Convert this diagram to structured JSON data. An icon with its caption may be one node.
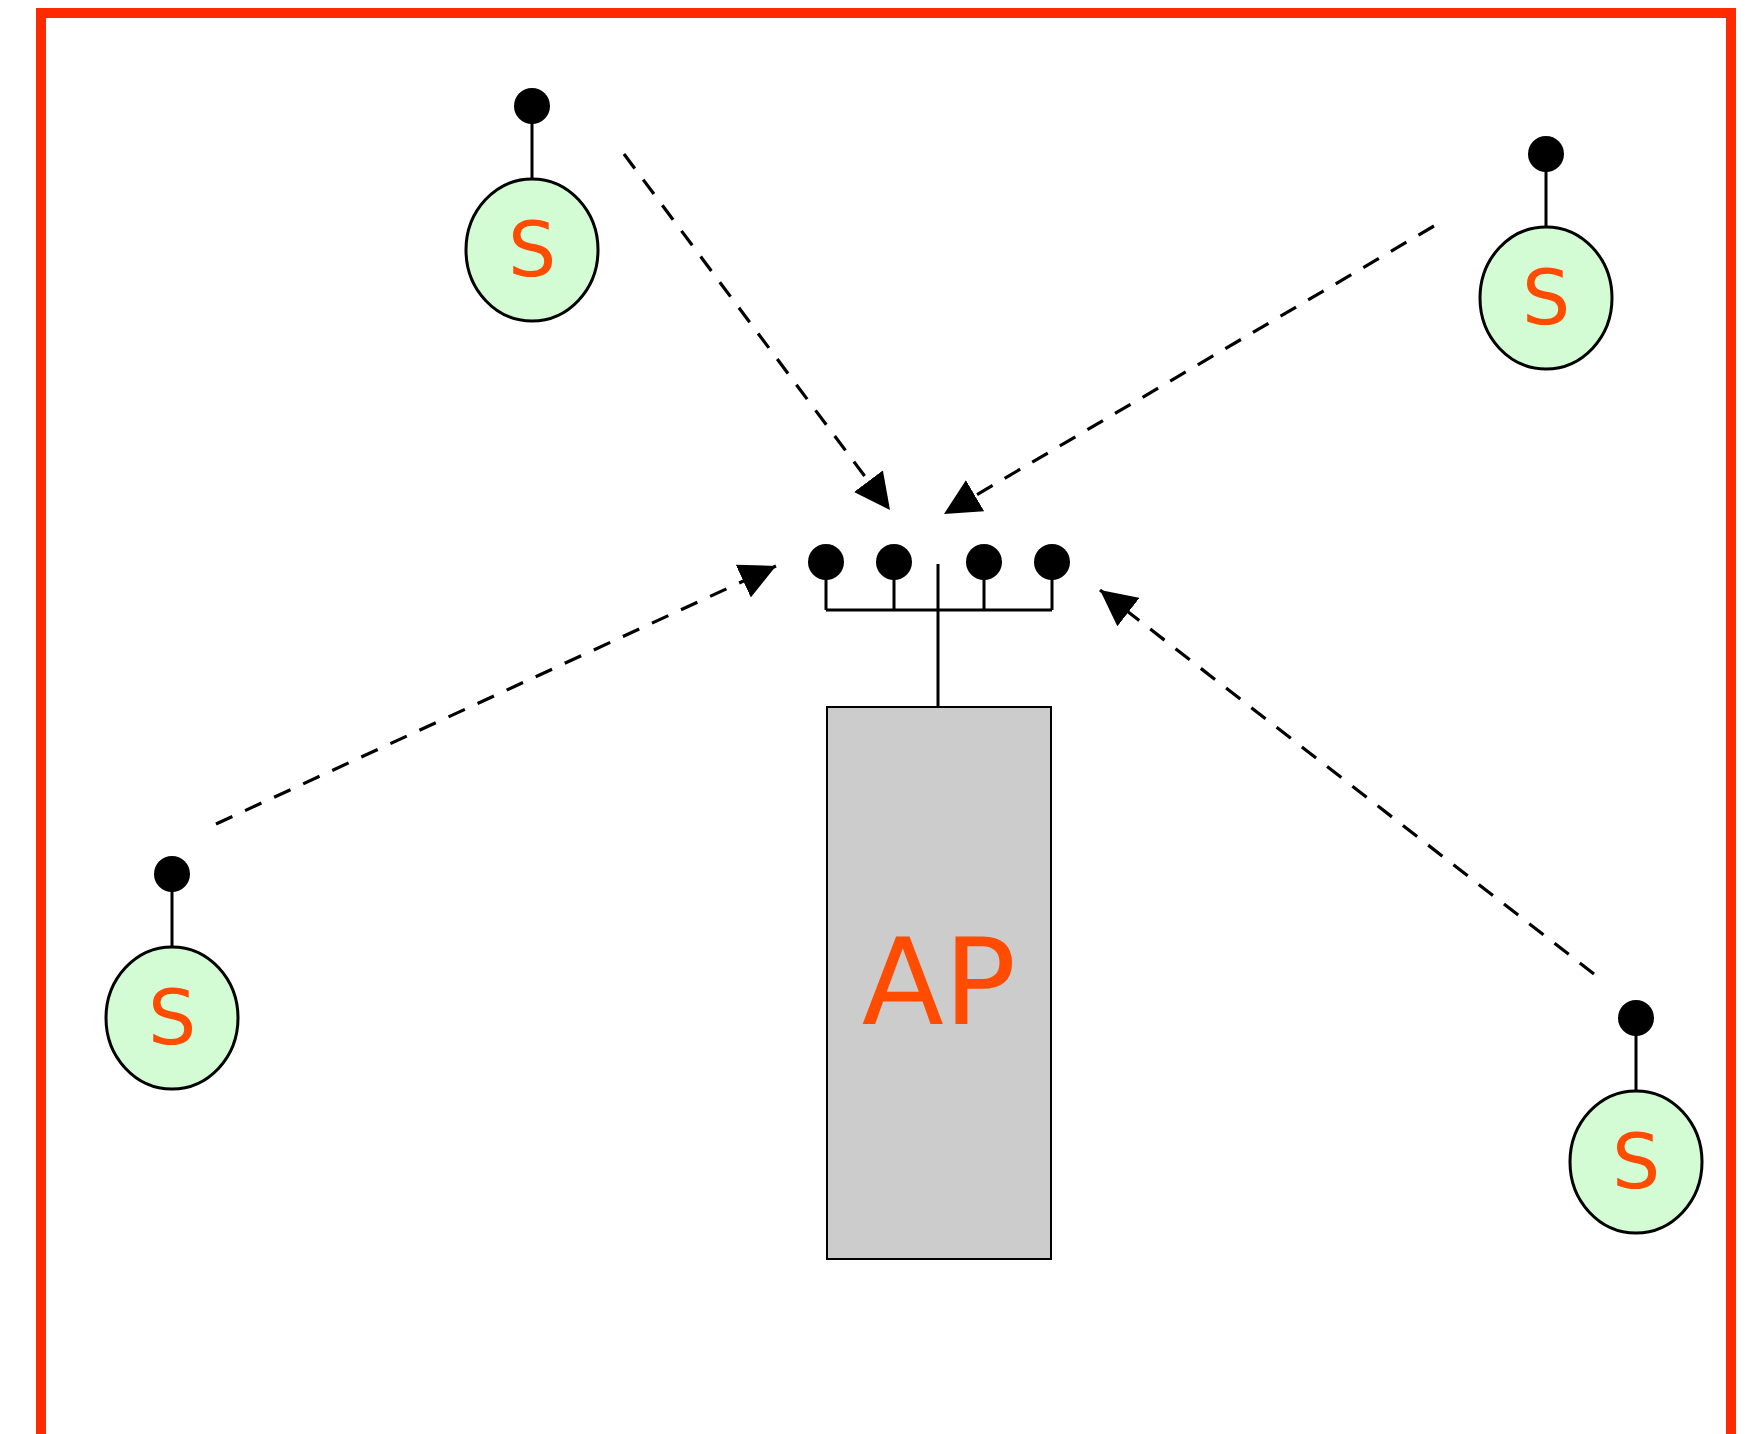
{
  "diagram": {
    "nodes": [
      {
        "text": [
          "S"
        ]
      },
      {
        "text": [
          "S"
        ]
      },
      {
        "text": [
          "AP"
        ]
      },
      {
        "text": [
          "S"
        ]
      },
      {
        "text": [
          "S"
        ]
      }
    ],
    "edges": [
      {
        "from": 0,
        "to": 2,
        "arrow": "to",
        "style": "dashed"
      },
      {
        "from": 1,
        "to": 2,
        "arrow": "to",
        "style": "dashed"
      },
      {
        "from": 3,
        "to": 2,
        "arrow": "to",
        "style": "dashed"
      },
      {
        "from": 4,
        "to": 2,
        "arrow": "to",
        "style": "dashed"
      }
    ]
  }
}
